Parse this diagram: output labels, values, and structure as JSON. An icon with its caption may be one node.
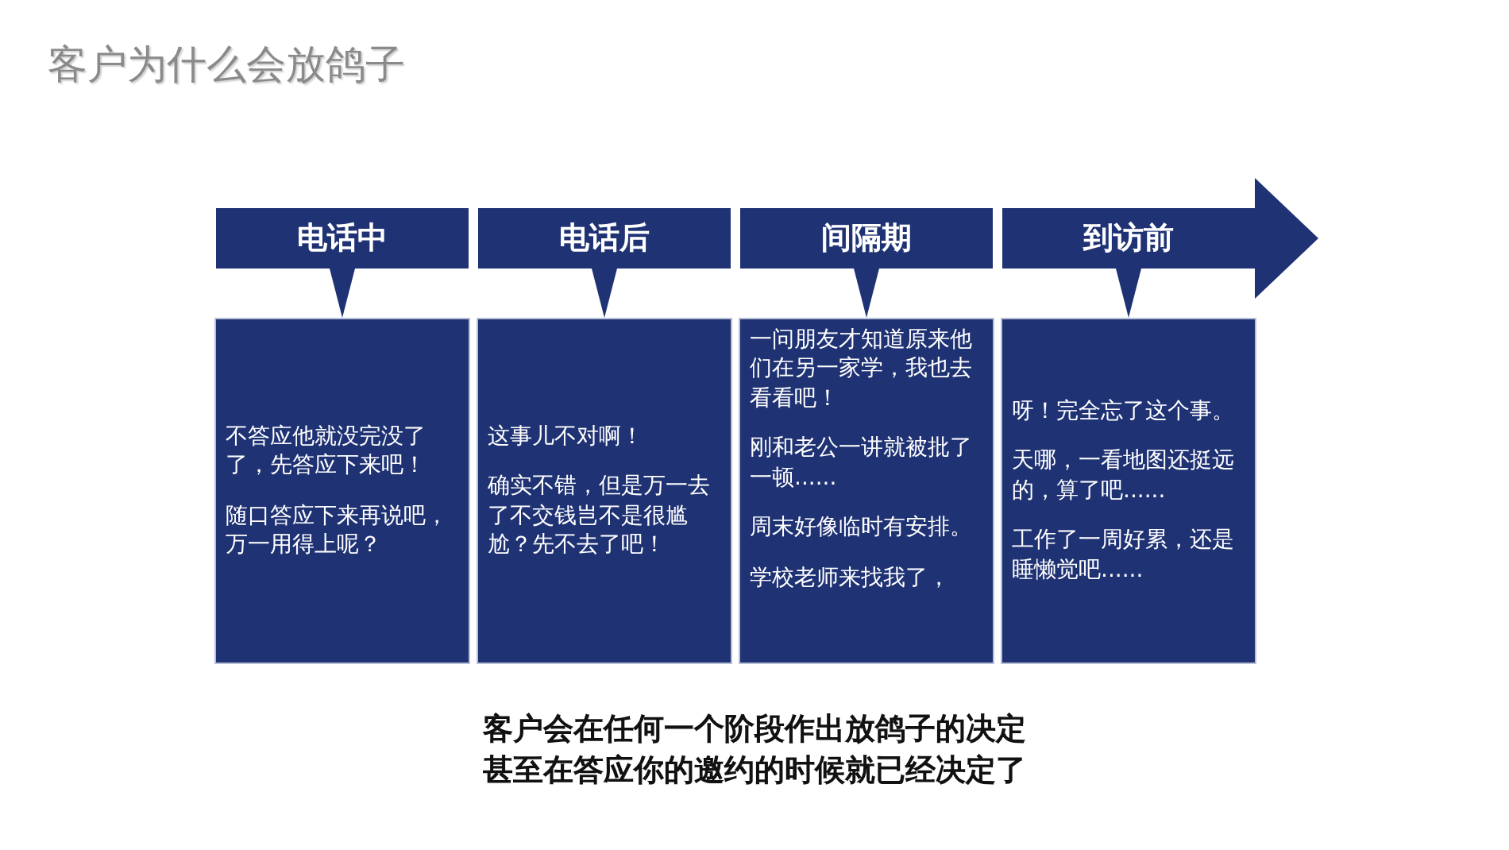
{
  "diagram": {
    "title": "客户为什么会放鸽子",
    "nodes": [
      {
        "text": [
          "电话中"
        ]
      },
      {
        "text": [
          "电话后"
        ]
      },
      {
        "text": [
          "间隔期"
        ]
      },
      {
        "text": [
          "到访前"
        ]
      },
      {
        "text": [
          "不答应他就没完没了了，先答应下来吧！",
          "随口答应下来再说吧，万一用得上呢？"
        ]
      },
      {
        "text": [
          "这事儿不对啊！",
          "确实不错，但是万一去了不交钱岂不是很尴尬？先不去了吧！"
        ]
      },
      {
        "text": [
          "一问朋友才知道原来他们在另一家学，我也去看看吧！",
          "刚和老公一讲就被批了一顿......",
          "周末好像临时有安排。",
          "学校老师来找我了，"
        ]
      },
      {
        "text": [
          "呀！完全忘了这个事。",
          "天哪，一看地图还挺远的，算了吧......",
          "工作了一周好累，还是睡懒觉吧......"
        ]
      }
    ],
    "edges": [
      {
        "from": 0,
        "to": 4,
        "arrow": "to"
      },
      {
        "from": 1,
        "to": 5,
        "arrow": "to"
      },
      {
        "from": 2,
        "to": 6,
        "arrow": "to"
      },
      {
        "from": 3,
        "to": 7,
        "arrow": "to"
      }
    ],
    "labels": [
      "客户会在任何一个阶段作出放鸽子的决定",
      "甚至在答应你的邀约的时候就已经决定了"
    ]
  }
}
